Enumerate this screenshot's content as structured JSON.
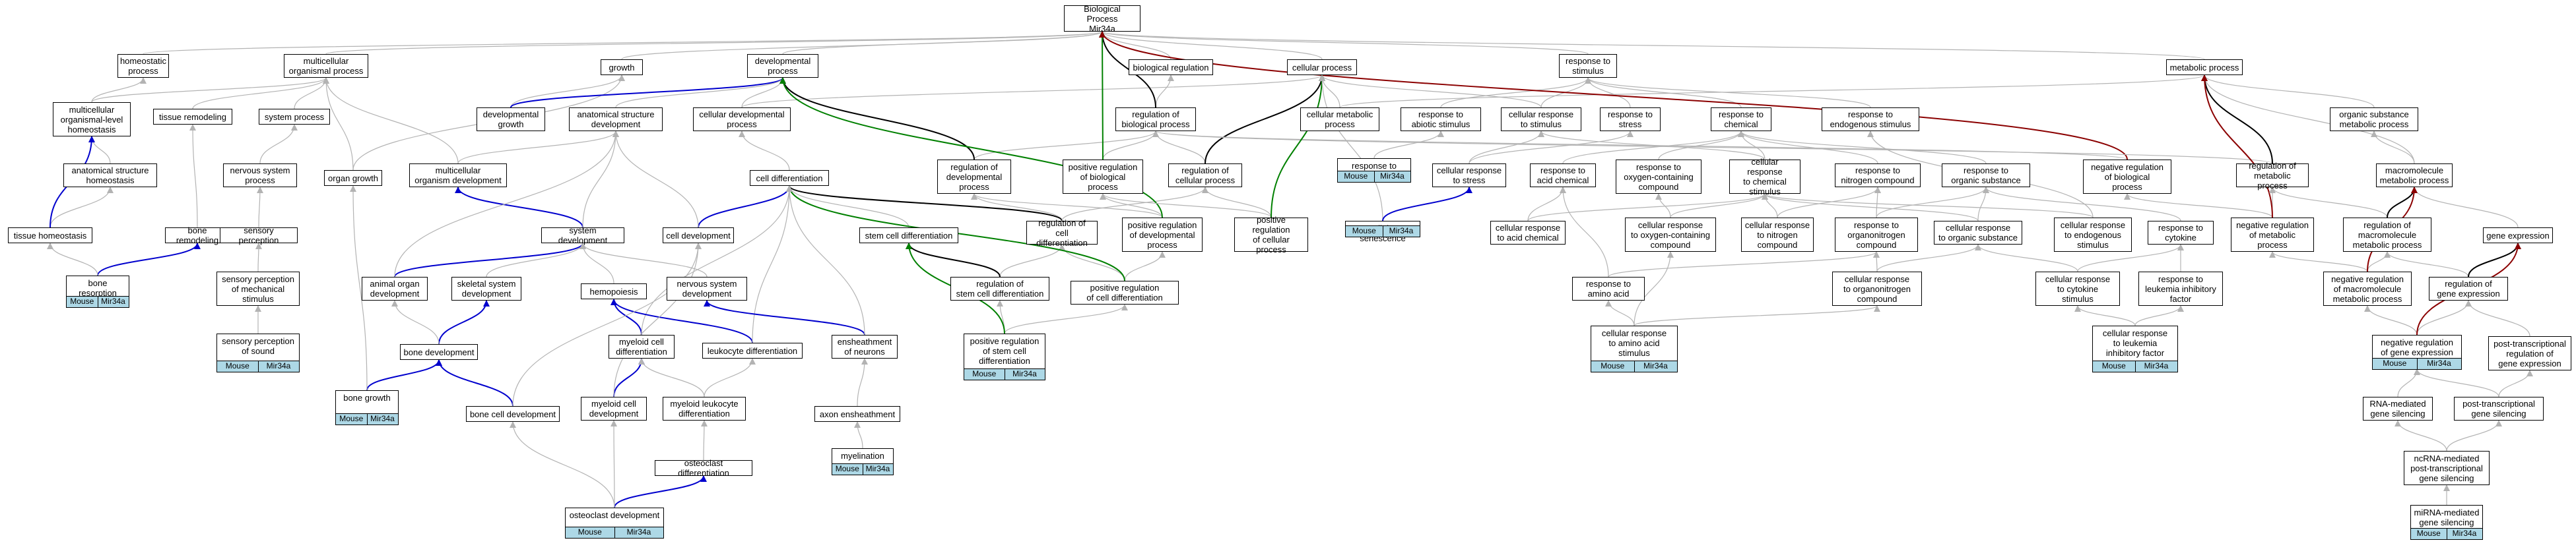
{
  "colors": {
    "is_a": "#b3b3b3",
    "regulates": "#000000",
    "positive_regulation": "#008000",
    "negative_regulation": "#8b0000",
    "part_of": "#0000cd",
    "annotation_fill": "#add8e6"
  },
  "annotation": {
    "species": "Mouse",
    "gene": "Mir34a"
  },
  "nodes": [
    {
      "id": "bp",
      "label": "Biological Process\nMir34a"
    },
    {
      "id": "hp",
      "label": "homeostatic\nprocess"
    },
    {
      "id": "mop",
      "label": "multicellular\norganismal process"
    },
    {
      "id": "growth",
      "label": "growth"
    },
    {
      "id": "devp",
      "label": "developmental\nprocess"
    },
    {
      "id": "breg",
      "label": "biological regulation"
    },
    {
      "id": "cp",
      "label": "cellular process"
    },
    {
      "id": "rts",
      "label": "response to\nstimulus"
    },
    {
      "id": "mp",
      "label": "metabolic process"
    },
    {
      "id": "mcolh",
      "label": "multicellular\norganismal-level\nhomeostasis"
    },
    {
      "id": "tr",
      "label": "tissue remodeling"
    },
    {
      "id": "sp",
      "label": "system process"
    },
    {
      "id": "og",
      "label": "organ growth"
    },
    {
      "id": "dg",
      "label": "developmental\ngrowth"
    },
    {
      "id": "asd",
      "label": "anatomical structure\ndevelopment"
    },
    {
      "id": "cdp",
      "label": "cellular developmental\nprocess"
    },
    {
      "id": "rbp",
      "label": "regulation of\nbiological process"
    },
    {
      "id": "cmp",
      "label": "cellular metabolic\nprocess"
    },
    {
      "id": "ras",
      "label": "response to\nabiotic stimulus"
    },
    {
      "id": "crs",
      "label": "cellular response\nto stimulus"
    },
    {
      "id": "rtstress",
      "label": "response to\nstress"
    },
    {
      "id": "rtc",
      "label": "response to\nchemical"
    },
    {
      "id": "res",
      "label": "response to\nendogenous stimulus"
    },
    {
      "id": "osmp",
      "label": "organic substance\nmetabolic process"
    },
    {
      "id": "ash",
      "label": "anatomical structure\nhomeostasis"
    },
    {
      "id": "nsp",
      "label": "nervous system\nprocess"
    },
    {
      "id": "mcod",
      "label": "multicellular\norganism development"
    },
    {
      "id": "cd",
      "label": "cell differentiation"
    },
    {
      "id": "rdp",
      "label": "regulation of\ndevelopmental\nprocess"
    },
    {
      "id": "prbp",
      "label": "positive regulation\nof biological\nprocess"
    },
    {
      "id": "rcp",
      "label": "regulation of\ncellular process"
    },
    {
      "id": "rol",
      "label": "response to\noxygen levels"
    },
    {
      "id": "crstress",
      "label": "cellular response\nto stress"
    },
    {
      "id": "rac",
      "label": "response to\nacid chemical"
    },
    {
      "id": "rocc",
      "label": "response to\noxygen-containing\ncompound"
    },
    {
      "id": "crcs",
      "label": "cellular response\nto chemical\nstimulus"
    },
    {
      "id": "rnc",
      "label": "response to\nnitrogen compound"
    },
    {
      "id": "ros",
      "label": "response to\norganic substance"
    },
    {
      "id": "nrbp",
      "label": "negative regulation\nof biological\nprocess"
    },
    {
      "id": "rmp",
      "label": "regulation of\nmetabolic process"
    },
    {
      "id": "mmp",
      "label": "macromolecule\nmetabolic process"
    },
    {
      "id": "th",
      "label": "tissue homeostasis"
    },
    {
      "id": "bremod",
      "label": "bone remodeling"
    },
    {
      "id": "sper",
      "label": "sensory perception"
    },
    {
      "id": "sysdev",
      "label": "system development"
    },
    {
      "id": "celldev",
      "label": "cell development"
    },
    {
      "id": "scd",
      "label": "stem cell differentiation"
    },
    {
      "id": "rcd",
      "label": "regulation of\ncell differentiation"
    },
    {
      "id": "prdp",
      "label": "positive regulation\nof developmental\nprocess"
    },
    {
      "id": "prcp",
      "label": "positive regulation\nof cellular\nprocess"
    },
    {
      "id": "csen",
      "label": "cellular senescence"
    },
    {
      "id": "crac",
      "label": "cellular response\nto acid chemical"
    },
    {
      "id": "crocc",
      "label": "cellular response\nto oxygen-containing\ncompound"
    },
    {
      "id": "crnc",
      "label": "cellular response\nto nitrogen\ncompound"
    },
    {
      "id": "roc",
      "label": "response to\norganonitrogen\ncompound"
    },
    {
      "id": "cros",
      "label": "cellular response\nto organic substance"
    },
    {
      "id": "cres",
      "label": "cellular response\nto endogenous\nstimulus"
    },
    {
      "id": "rtcyt",
      "label": "response to\ncytokine"
    },
    {
      "id": "nrmp",
      "label": "negative regulation\nof metabolic\nprocess"
    },
    {
      "id": "rmmp",
      "label": "regulation of\nmacromolecule\nmetabolic process"
    },
    {
      "id": "ge",
      "label": "gene expression"
    },
    {
      "id": "bres",
      "label": "bone resorption"
    },
    {
      "id": "spms",
      "label": "sensory perception\nof mechanical\nstimulus"
    },
    {
      "id": "aod",
      "label": "animal organ\ndevelopment"
    },
    {
      "id": "ssd",
      "label": "skeletal system\ndevelopment"
    },
    {
      "id": "hemo",
      "label": "hemopoiesis"
    },
    {
      "id": "nsd",
      "label": "nervous system\ndevelopment"
    },
    {
      "id": "rscd",
      "label": "regulation of\nstem cell differentiation"
    },
    {
      "id": "prcd",
      "label": "positive regulation\nof cell differentiation"
    },
    {
      "id": "rtaa",
      "label": "response to\namino acid"
    },
    {
      "id": "crocomp",
      "label": "cellular response\nto organonitrogen\ncompound"
    },
    {
      "id": "crcyt",
      "label": "cellular response\nto cytokine\nstimulus"
    },
    {
      "id": "rlif",
      "label": "response to\nleukemia inhibitory\nfactor"
    },
    {
      "id": "nrmmp",
      "label": "negative regulation\nof macromolecule\nmetabolic process"
    },
    {
      "id": "rge",
      "label": "regulation of\ngene expression"
    },
    {
      "id": "spsound",
      "label": "sensory perception\nof sound"
    },
    {
      "id": "bdev",
      "label": "bone development"
    },
    {
      "id": "mycd",
      "label": "myeloid cell\ndifferentiation"
    },
    {
      "id": "lcd",
      "label": "leukocyte differentiation"
    },
    {
      "id": "ensh",
      "label": "ensheathment\nof neurons"
    },
    {
      "id": "prscd",
      "label": "positive regulation\nof stem cell\ndifferentiation"
    },
    {
      "id": "craa",
      "label": "cellular response\nto amino acid\nstimulus"
    },
    {
      "id": "crlif",
      "label": "cellular response\nto leukemia\ninhibitory factor"
    },
    {
      "id": "nrge",
      "label": "negative regulation\nof gene expression"
    },
    {
      "id": "ptrge",
      "label": "post-transcriptional\nregulation of\ngene expression"
    },
    {
      "id": "bgrowth",
      "label": "bone growth"
    },
    {
      "id": "bcd",
      "label": "bone cell development"
    },
    {
      "id": "mcdev",
      "label": "myeloid cell\ndevelopment"
    },
    {
      "id": "mlcd",
      "label": "myeloid leukocyte\ndifferentiation"
    },
    {
      "id": "axon",
      "label": "axon ensheathment"
    },
    {
      "id": "rnags",
      "label": "RNA-mediated\ngene silencing"
    },
    {
      "id": "ptgs",
      "label": "post-transcriptional\ngene silencing"
    },
    {
      "id": "ocd",
      "label": "osteoclast differentiation"
    },
    {
      "id": "myel",
      "label": "myelination"
    },
    {
      "id": "ncrna",
      "label": "ncRNA-mediated\npost-transcriptional\ngene silencing"
    },
    {
      "id": "odev",
      "label": "osteoclast development"
    },
    {
      "id": "mirna",
      "label": "miRNA-mediated\ngene silencing"
    }
  ]
}
